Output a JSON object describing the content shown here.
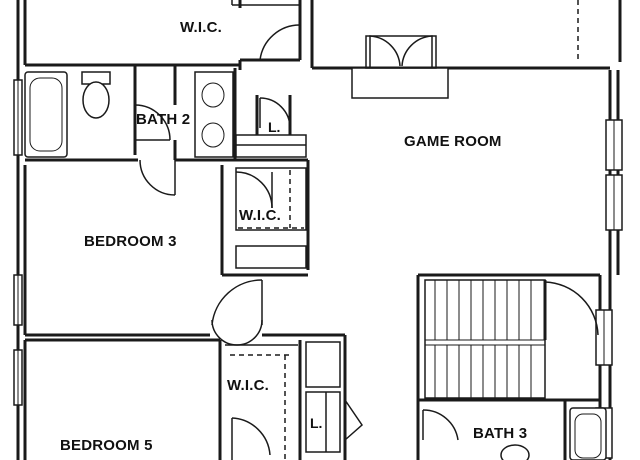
{
  "plan": {
    "rooms": {
      "wic_top": "W.I.C.",
      "bath_2": "BATH 2",
      "linen_upper": "L.",
      "game_room": "GAME ROOM",
      "wic_middle": "W.I.C.",
      "bedroom_3": "BEDROOM 3",
      "wic_lower": "W.I.C.",
      "linen_lower": "L.",
      "bedroom_5": "BEDROOM 5",
      "bath_3": "BATH 3"
    }
  }
}
